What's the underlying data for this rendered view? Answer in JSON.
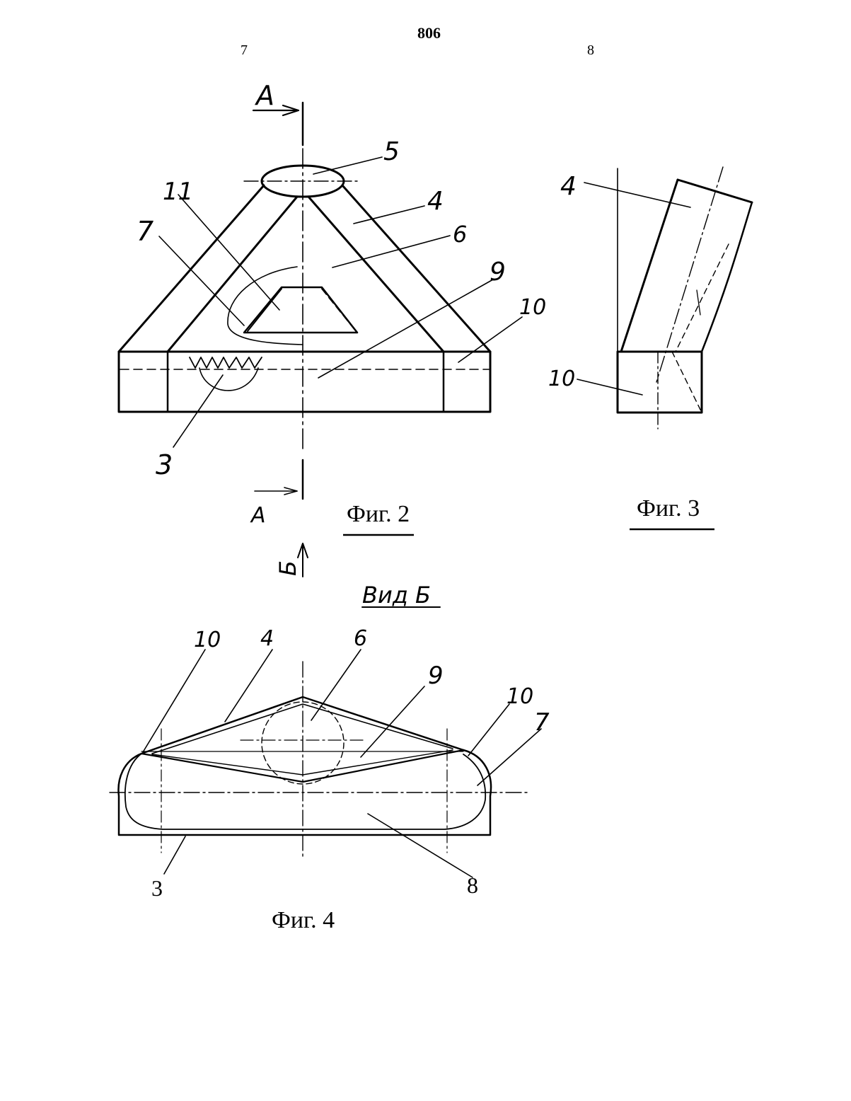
{
  "header": {
    "page_number": "806",
    "left_column_number": "7",
    "right_column_number": "8"
  },
  "fig2": {
    "caption": "Фиг. 2",
    "section_mark_top": "А",
    "section_mark_bottom": "А",
    "view_mark": "Б",
    "labels": {
      "l5": "5",
      "l4": "4",
      "l6": "6",
      "l7": "7",
      "l11": "11",
      "l9": "9",
      "l10": "10",
      "l3": "3"
    }
  },
  "fig3": {
    "caption": "Фиг. 3",
    "labels": {
      "l4": "4",
      "l10": "10"
    }
  },
  "fig4": {
    "view_title": "Вид Б",
    "caption": "Фиг. 4",
    "labels": {
      "l10a": "10",
      "l4": "4",
      "l6": "6",
      "l9": "9",
      "l10b": "10",
      "l7": "7",
      "l3": "3",
      "l8": "8"
    }
  }
}
